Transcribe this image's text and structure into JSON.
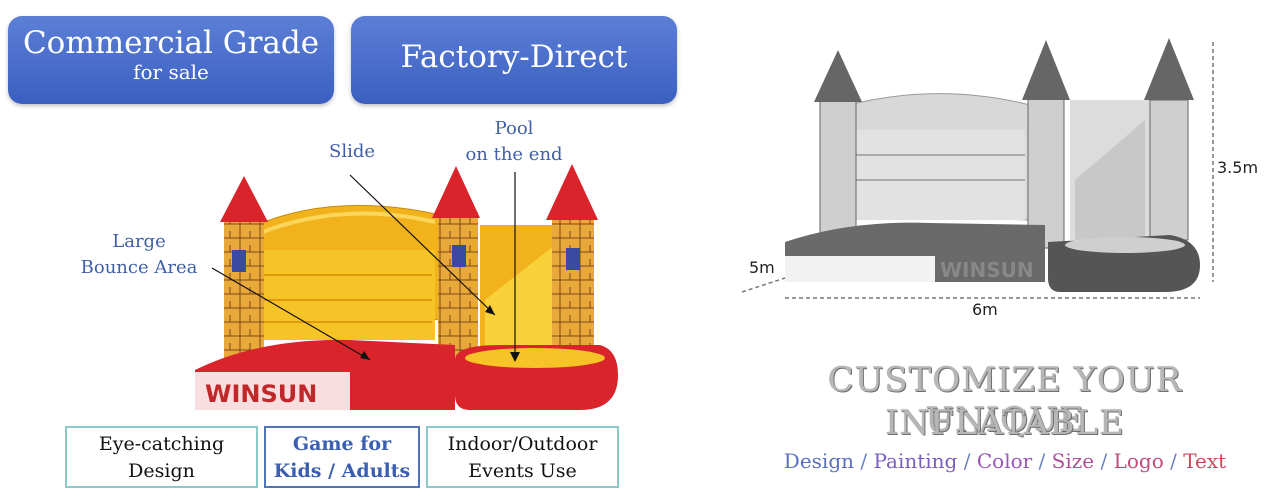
{
  "badges": {
    "commercial": {
      "title": "Commercial Grade",
      "subtitle": "for sale"
    },
    "factory": {
      "title": "Factory-Direct"
    }
  },
  "callouts": {
    "large_bounce_line1": "Large",
    "large_bounce_line2": "Bounce Area",
    "slide": "Slide",
    "pool_line1": "Pool",
    "pool_line2": "on the end"
  },
  "product": {
    "brand": "WINSUN"
  },
  "features": [
    {
      "line1": "Eye-catching",
      "line2": "Design"
    },
    {
      "line1": "Game for",
      "line2": "Kids / Adults"
    },
    {
      "line1": "Indoor/Outdoor",
      "line2": "Events Use"
    }
  ],
  "dimensions": {
    "height": "3.5m",
    "depth": "5m",
    "width": "6m"
  },
  "headline": {
    "line1": "CUSTOMIZE YOUR UNIQUE",
    "line2": "INFLATABLE"
  },
  "customize_options": {
    "separator": "/",
    "items": [
      {
        "label": "Design",
        "color": "#5a6fc0"
      },
      {
        "label": "Painting",
        "color": "#7a5fc0"
      },
      {
        "label": "Color",
        "color": "#9a55b8"
      },
      {
        "label": "Size",
        "color": "#b0509a"
      },
      {
        "label": "Logo",
        "color": "#c04a7a"
      },
      {
        "label": "Text",
        "color": "#c84a5a"
      }
    ]
  },
  "colors": {
    "badge_blue": "#3a5fc0",
    "castle_yellow": "#f5c21a",
    "castle_red": "#d8242a",
    "label_blue": "#3f5fa8"
  }
}
